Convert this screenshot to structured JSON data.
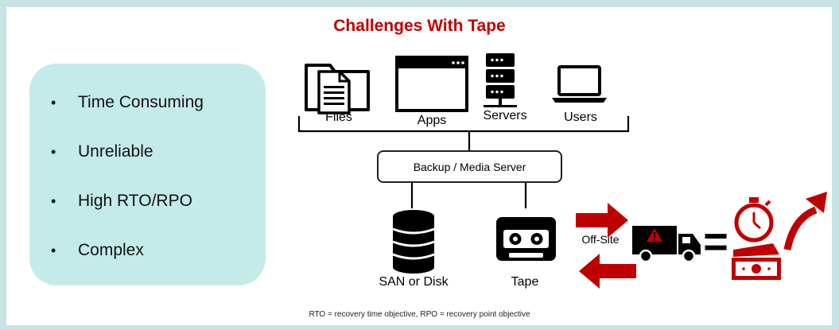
{
  "title": "Challenges With Tape",
  "bullets": [
    "Time Consuming",
    "Unreliable",
    "High RTO/RPO",
    "Complex"
  ],
  "sources": {
    "files": "Files",
    "apps": "Apps",
    "servers": "Servers",
    "users": "Users"
  },
  "backup_server": "Backup / Media Server",
  "san": "SAN or Disk",
  "tape": "Tape",
  "offsite": "Off-Site",
  "equals": "=",
  "footnote": "RTO = recovery time objective, RPO = recovery point objective",
  "colors": {
    "accent": "#c00000",
    "panel": "#c4ebea",
    "background": "#c7e3e6"
  },
  "icons": [
    "document-folder-icon",
    "app-window-icon",
    "server-rack-icon",
    "laptop-icon",
    "database-icon",
    "tape-cassette-icon",
    "truck-icon",
    "stopwatch-icon",
    "money-icon",
    "trend-up-arrow-icon"
  ]
}
